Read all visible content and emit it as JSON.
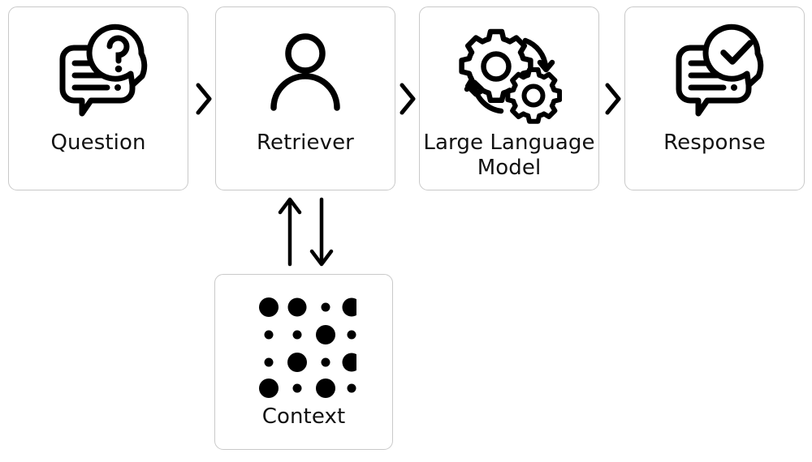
{
  "diagram": {
    "title": "Retrieval Augmented Generation pipeline",
    "stroke_color": "#000000",
    "box_border_color": "#c9c9c9",
    "background_color": "#ffffff",
    "nodes": [
      {
        "id": "question",
        "label": "Question",
        "icon": "question-speech-bubble-icon"
      },
      {
        "id": "retriever",
        "label": "Retriever",
        "icon": "person-icon"
      },
      {
        "id": "llm",
        "label": "Large Language\nModel",
        "icon": "gears-icon"
      },
      {
        "id": "response",
        "label": "Response",
        "icon": "checkmark-speech-bubble-icon"
      },
      {
        "id": "context",
        "label": "Context",
        "icon": "dot-matrix-icon"
      }
    ],
    "connectors": [
      {
        "id": "chevron-1",
        "from": "question",
        "to": "retriever",
        "glyph": "chevron-right-icon"
      },
      {
        "id": "chevron-2",
        "from": "retriever",
        "to": "llm",
        "glyph": "chevron-right-icon"
      },
      {
        "id": "chevron-3",
        "from": "llm",
        "to": "response",
        "glyph": "chevron-right-icon"
      },
      {
        "id": "arrow-up",
        "from": "context",
        "to": "retriever",
        "glyph": "arrow-up-icon"
      },
      {
        "id": "arrow-down",
        "from": "retriever",
        "to": "context",
        "glyph": "arrow-down-icon"
      }
    ],
    "context_dot_grid": {
      "rows": 4,
      "cols": 4,
      "large_radius": 11,
      "small_radius": 5.5,
      "pattern": [
        [
          "large",
          "large",
          "small",
          "large"
        ],
        [
          "small",
          "small",
          "large",
          "small"
        ],
        [
          "small",
          "large",
          "small",
          "large"
        ],
        [
          "large",
          "small",
          "large",
          "small"
        ]
      ]
    }
  }
}
